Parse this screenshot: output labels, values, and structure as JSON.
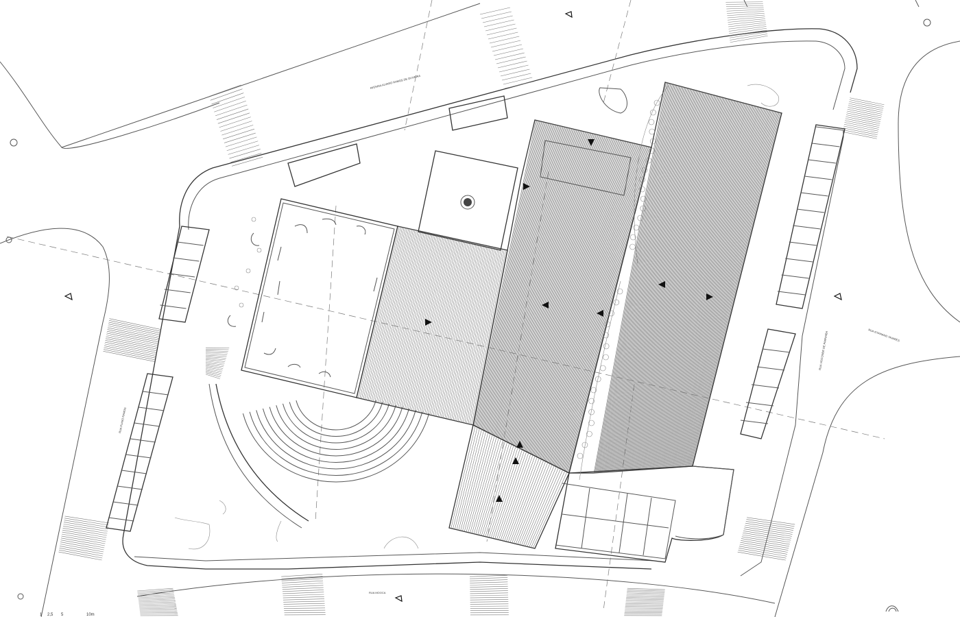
{
  "streets": {
    "north": "AVENIDA ALVARO RAMOS DE OLIVEIRA",
    "west": "RUA PLINIO RAMOS",
    "east_1": "RUA VISCONDE DE PARNAIBA",
    "east_2": "RUA OTAVIANO TAVARES",
    "south": "RUA MOOCA"
  },
  "scale_bar": {
    "ticks": [
      "1",
      "2,5",
      "5",
      "10m"
    ]
  },
  "colors": {
    "line": "#555555",
    "marker": "#111111",
    "background": "#ffffff"
  }
}
